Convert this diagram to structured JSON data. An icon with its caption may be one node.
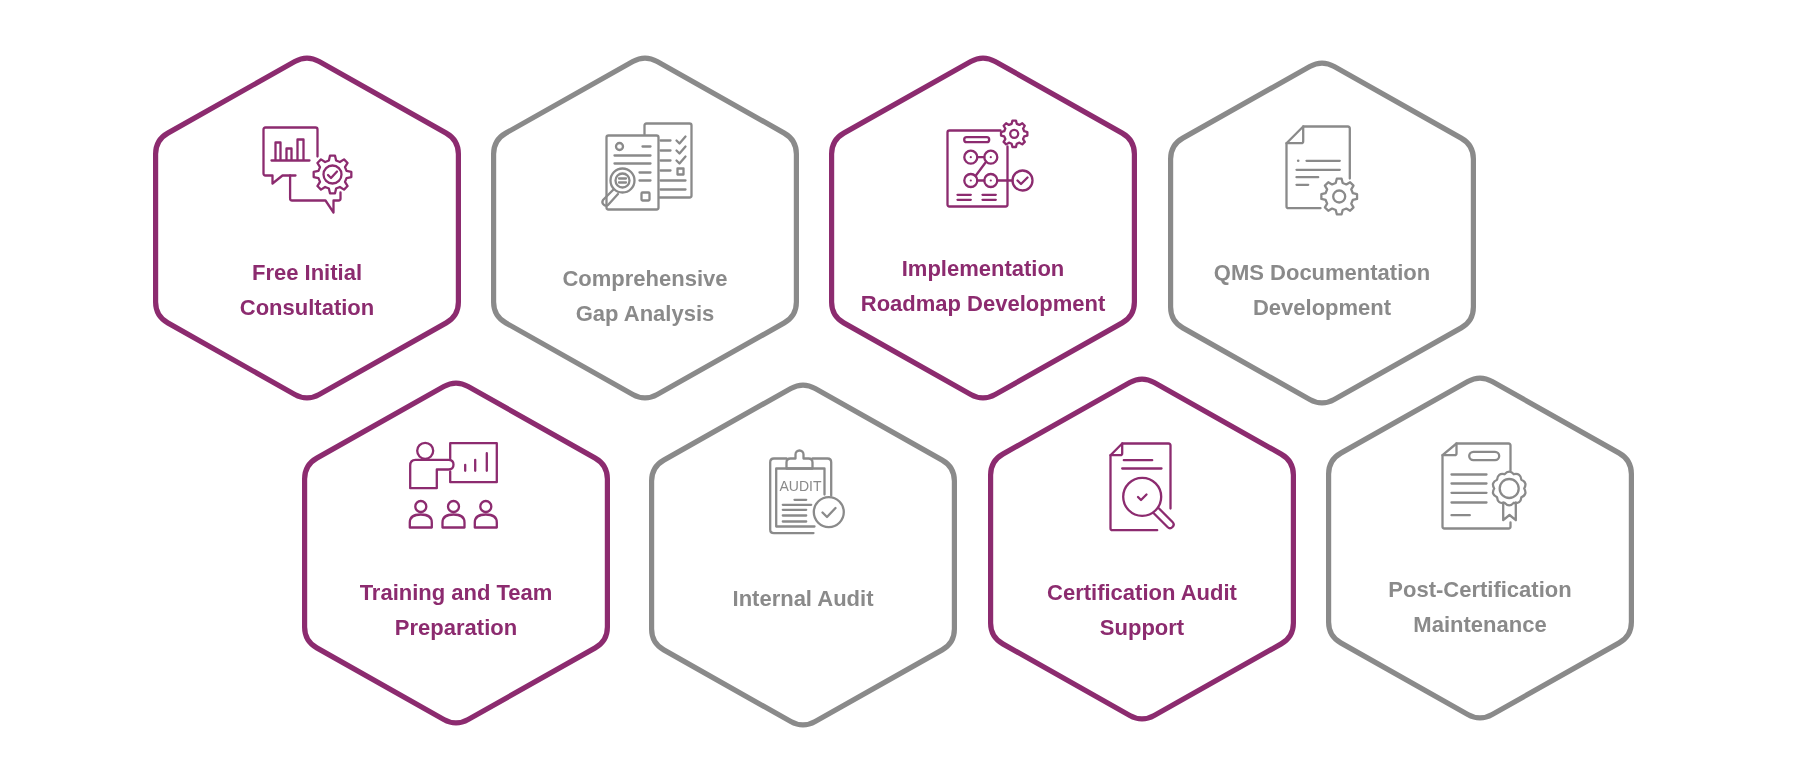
{
  "diagram": {
    "nodes": [
      {
        "text": [
          "Free Initial Consultation"
        ]
      },
      {
        "text": [
          "Comprehensive Gap Analysis"
        ]
      },
      {
        "text": [
          "Implementation Roadmap Development"
        ]
      },
      {
        "text": [
          "QMS Documentation Development"
        ]
      },
      {
        "text": [
          "Training and Team Preparation"
        ]
      },
      {
        "text": [
          "Internal Audit"
        ]
      },
      {
        "text": [
          "Certification Audit Support"
        ]
      },
      {
        "text": [
          "Post-Certification Maintenance"
        ]
      }
    ],
    "labels": [
      "AUDIT"
    ]
  }
}
